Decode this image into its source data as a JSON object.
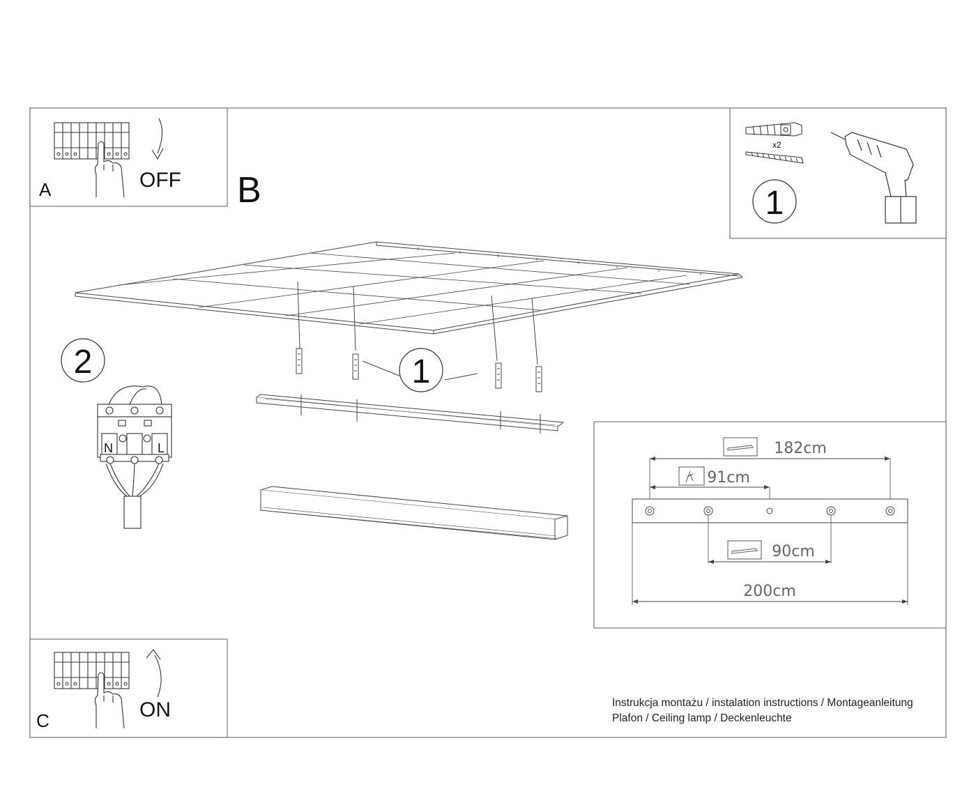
{
  "panel_a": {
    "letter": "A",
    "state": "OFF"
  },
  "panel_b": {
    "letter": "B"
  },
  "panel_c": {
    "letter": "C",
    "state": "ON"
  },
  "tools_panel": {
    "step": "1",
    "quantity": "x2"
  },
  "steps": {
    "mount": "1",
    "wiring": "2"
  },
  "terminal": {
    "n": "N",
    "l": "L"
  },
  "dimensions": {
    "d182": "182cm",
    "d91": "91cm",
    "d90": "90cm",
    "d200": "200cm"
  },
  "footer": {
    "line1": "Instrukcja montażu / instalation instructions / Montageanleitung",
    "line2": "Plafon / Ceiling lamp / Deckenleuchte"
  }
}
